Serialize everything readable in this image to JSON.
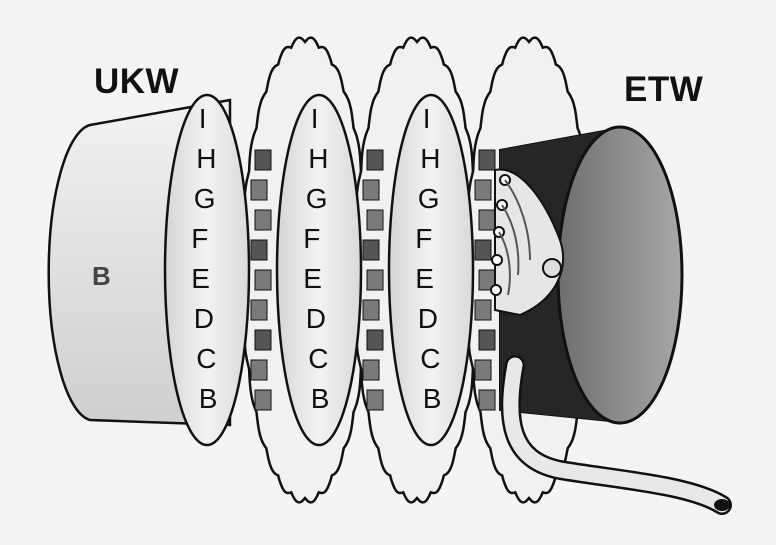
{
  "labels": {
    "reflector": "UKW",
    "entry_wheel": "ETW",
    "reflector_letter": "B"
  },
  "rotor_ring_letters": [
    "I",
    "H",
    "G",
    "F",
    "E",
    "D",
    "C",
    "B"
  ],
  "rotor_count": 3,
  "colors": {
    "background": "#f4f4f4",
    "outline": "#111111",
    "cylinder_light": "#e2e2e2",
    "ring_light": "#ededed",
    "pin_dark": "#3a3a3a",
    "etw_face": "#8a8a8a",
    "etw_shadow": "#2a2a2a"
  },
  "icons": [
    "reflector-cylinder",
    "rotor-disk",
    "entry-wheel-cylinder",
    "cable"
  ]
}
